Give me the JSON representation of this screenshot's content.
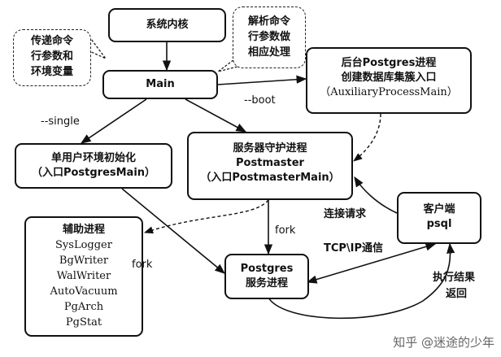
{
  "nodes": {
    "kernel": {
      "lines": [
        "系统内核"
      ]
    },
    "main": {
      "lines": [
        "Main"
      ]
    },
    "auxiliary": {
      "lines": [
        "后台Postgres进程",
        "创建数据库集簇入口",
        "（AuxiliaryProcessMain）"
      ]
    },
    "single_user": {
      "lines": [
        "单用户环境初始化",
        "（入口PostgresMain）"
      ]
    },
    "postmaster": {
      "lines": [
        "服务器守护进程",
        "Postmaster",
        "（入口PostmasterMain）"
      ]
    },
    "client": {
      "lines": [
        "客户端",
        "psql"
      ]
    },
    "helpers": {
      "lines": [
        "辅助进程",
        "SysLogger",
        "BgWriter",
        "WalWriter",
        "AutoVacuum",
        "PgArch",
        "PgStat"
      ]
    },
    "postgres_service": {
      "lines": [
        "Postgres",
        "服务进程"
      ]
    }
  },
  "callouts": {
    "pass_args": {
      "lines": [
        "传递命令",
        "行参数和",
        "环境变量"
      ]
    },
    "parse_args": {
      "lines": [
        "解析命令",
        "行参数做",
        "相应处理"
      ]
    }
  },
  "edge_labels": {
    "boot": "--boot",
    "single": "--single",
    "fork_postmaster": "fork",
    "fork_helpers": "fork",
    "connect_request": "连接请求",
    "tcpip": "TCP\\IP通信",
    "result_return_1": "执行结果",
    "result_return_2": "返回"
  },
  "watermark": "知乎 @迷途的少年"
}
